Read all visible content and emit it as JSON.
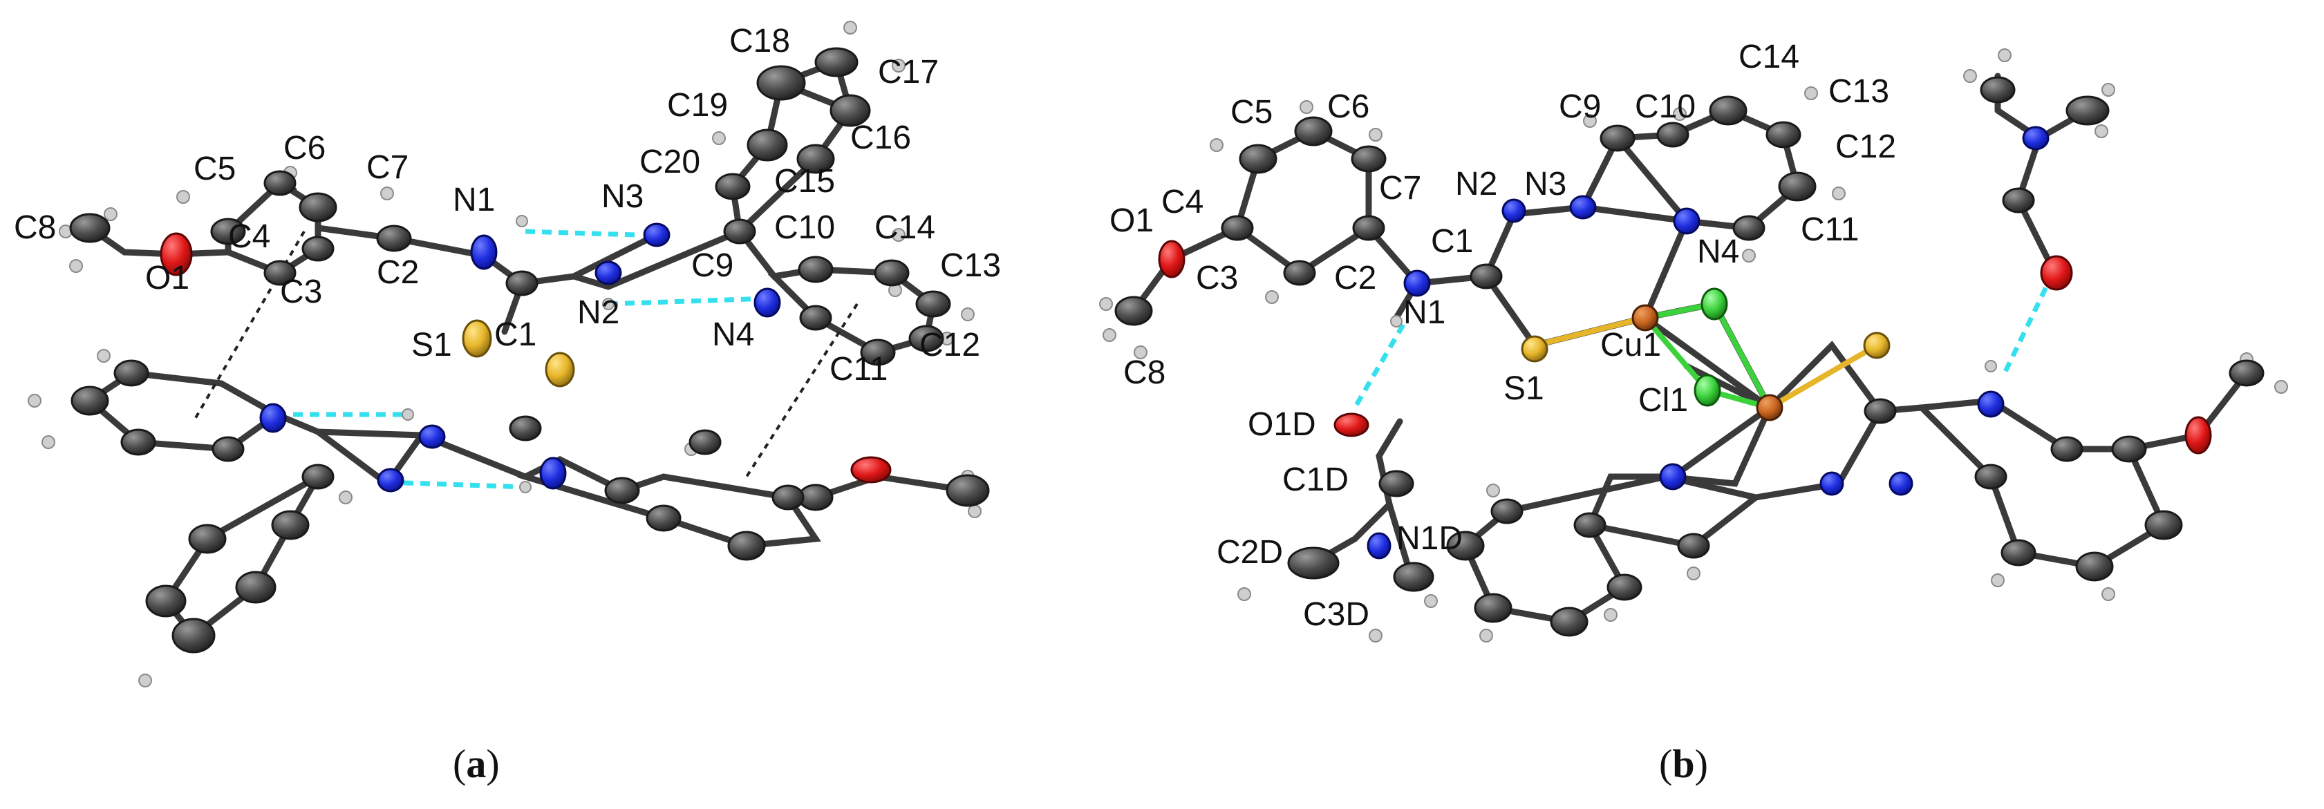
{
  "colors": {
    "carbon": "#4d4d4d",
    "carbon_edge": "#1a1a1a",
    "hydrogen": "#cfcfcf",
    "nitrogen": "#1f2fe0",
    "oxygen": "#e01818",
    "sulfur": "#e6b52a",
    "copper": "#c8651f",
    "chlorine": "#3cd23c",
    "hbond": "#35e0ee",
    "stacking": "#222222"
  },
  "panel_a": {
    "caption_open": "(",
    "caption_letter": "a",
    "caption_close": ")",
    "labels": {
      "C18": "C18",
      "C17": "C17",
      "C19": "C19",
      "C16": "C16",
      "C5": "C5",
      "C6": "C6",
      "C7": "C7",
      "N1": "N1",
      "N3": "N3",
      "C20": "C20",
      "C15": "C15",
      "C10": "C10",
      "C14": "C14",
      "C8": "C8",
      "C4": "C4",
      "C2": "C2",
      "C9": "C9",
      "C13": "C13",
      "O1": "O1",
      "C3": "C3",
      "N2": "N2",
      "S1": "S1",
      "C1": "C1",
      "N4": "N4",
      "C11": "C11",
      "C12": "C12"
    }
  },
  "panel_b": {
    "caption_open": "(",
    "caption_letter": "b",
    "caption_close": ")",
    "labels": {
      "C5": "C5",
      "C6": "C6",
      "C14": "C14",
      "C13": "C13",
      "C9": "C9",
      "C10": "C10",
      "C12": "C12",
      "C4": "C4",
      "N2": "N2",
      "N3": "N3",
      "O1": "O1",
      "C7": "C7",
      "C1": "C1",
      "N4": "N4",
      "C11": "C11",
      "C3": "C3",
      "C2": "C2",
      "N1": "N1",
      "Cu1": "Cu1",
      "S1": "S1",
      "C8": "C8",
      "Cl1": "Cl1",
      "O1D": "O1D",
      "C1D": "C1D",
      "C2D": "C2D",
      "N1D": "N1D",
      "C3D": "C3D"
    }
  }
}
